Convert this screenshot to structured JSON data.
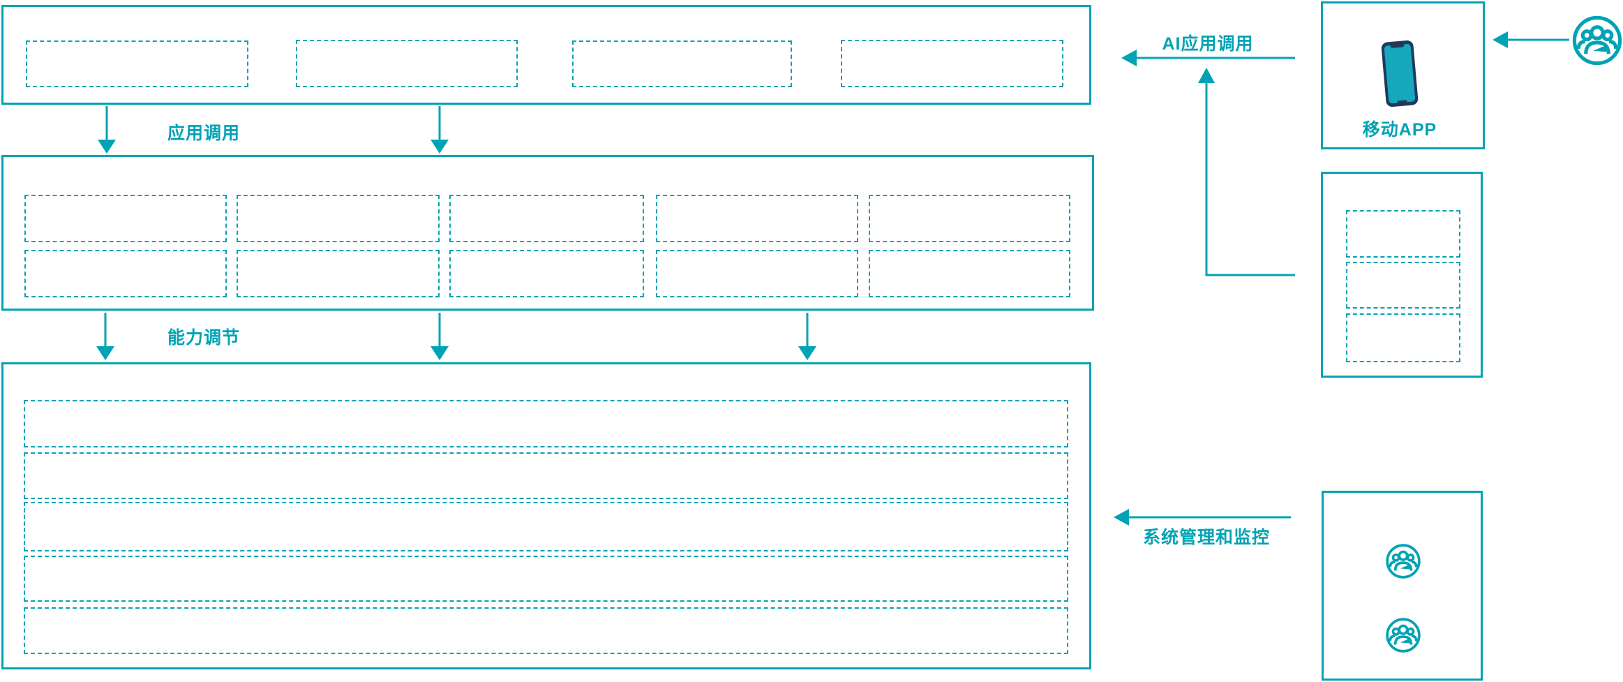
{
  "colors": {
    "accent": "#00a3b4",
    "phone_body": "#20395c",
    "phone_screen": "#16a8bc"
  },
  "labels": {
    "app_call": "应用调用",
    "capability_adjust": "能力调节",
    "ai_app_call": "AI应用调用",
    "system_mgmt": "系统管理和监控",
    "mobile_app": "移动APP"
  },
  "icons": {
    "mobile_phone": "phone-icon",
    "user_group": "user-group-icon"
  },
  "structure": {
    "top_layer_placeholders": 4,
    "middle_layer_placeholder_rows": 2,
    "middle_layer_placeholder_cols": 5,
    "bottom_layer_placeholder_rows": 5,
    "right_middle_placeholders": 3,
    "user_group_icons_bottom_right": 2
  }
}
